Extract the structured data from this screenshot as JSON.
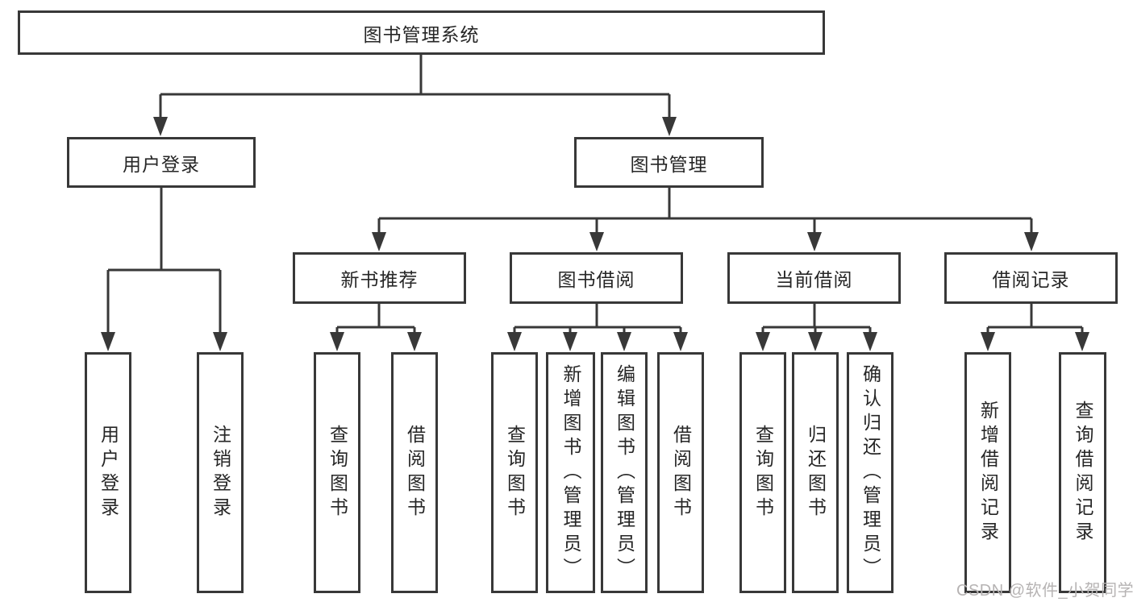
{
  "tree": {
    "label": "图书管理系统",
    "children": [
      {
        "label": "用户登录",
        "children": [
          {
            "label": "用户登录"
          },
          {
            "label": "注销登录"
          }
        ]
      },
      {
        "label": "图书管理",
        "children": [
          {
            "label": "新书推荐",
            "children": [
              {
                "label": "查询图书"
              },
              {
                "label": "借阅图书"
              }
            ]
          },
          {
            "label": "图书借阅",
            "children": [
              {
                "label": "查询图书"
              },
              {
                "label": "新增图书（管理员）"
              },
              {
                "label": "编辑图书（管理员）"
              },
              {
                "label": "借阅图书"
              }
            ]
          },
          {
            "label": "当前借阅",
            "children": [
              {
                "label": "查询图书"
              },
              {
                "label": "归还图书"
              },
              {
                "label": "确认归还（管理员）"
              }
            ]
          },
          {
            "label": "借阅记录",
            "children": [
              {
                "label": "新增借阅记录"
              },
              {
                "label": "查询借阅记录"
              }
            ]
          }
        ]
      }
    ]
  },
  "watermark": {
    "text": "CSDN @软件_小贺同学"
  },
  "colors": {
    "line": "#383838",
    "box_border": "#383838",
    "box_fill": "#ffffff",
    "text": "#262626",
    "watermark": "#b6b3b3"
  }
}
